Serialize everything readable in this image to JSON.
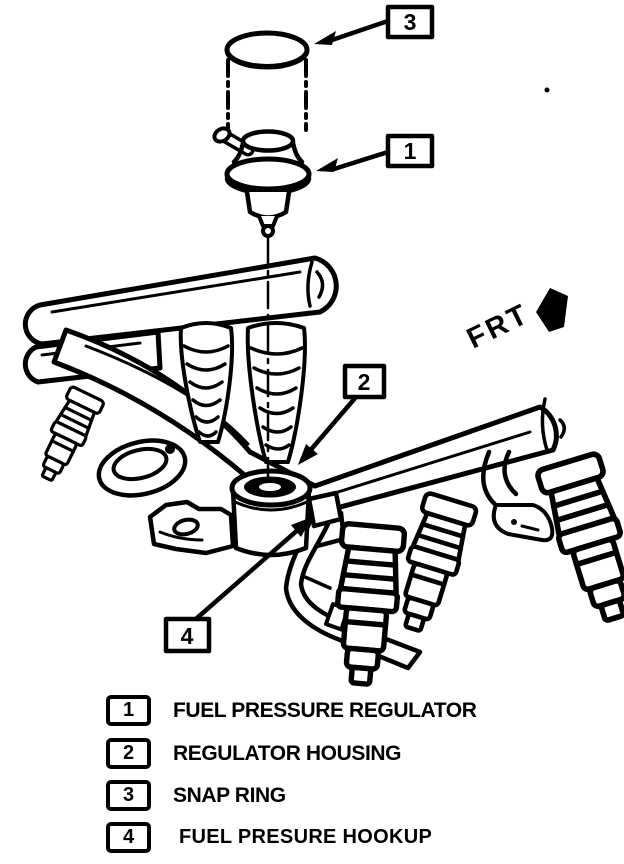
{
  "figure": {
    "orientation_label": "FRT",
    "ink_color": "#000000",
    "paper_color": "#ffffff",
    "callouts": [
      {
        "number": "1"
      },
      {
        "number": "2"
      },
      {
        "number": "3"
      },
      {
        "number": "4"
      }
    ]
  },
  "legend": {
    "items": [
      {
        "number": "1",
        "label": "FUEL PRESSURE REGULATOR"
      },
      {
        "number": "2",
        "label": "REGULATOR HOUSING"
      },
      {
        "number": "3",
        "label": "SNAP RING"
      },
      {
        "number": "4",
        "label": "FUEL PRESURE HOOKUP"
      }
    ]
  }
}
